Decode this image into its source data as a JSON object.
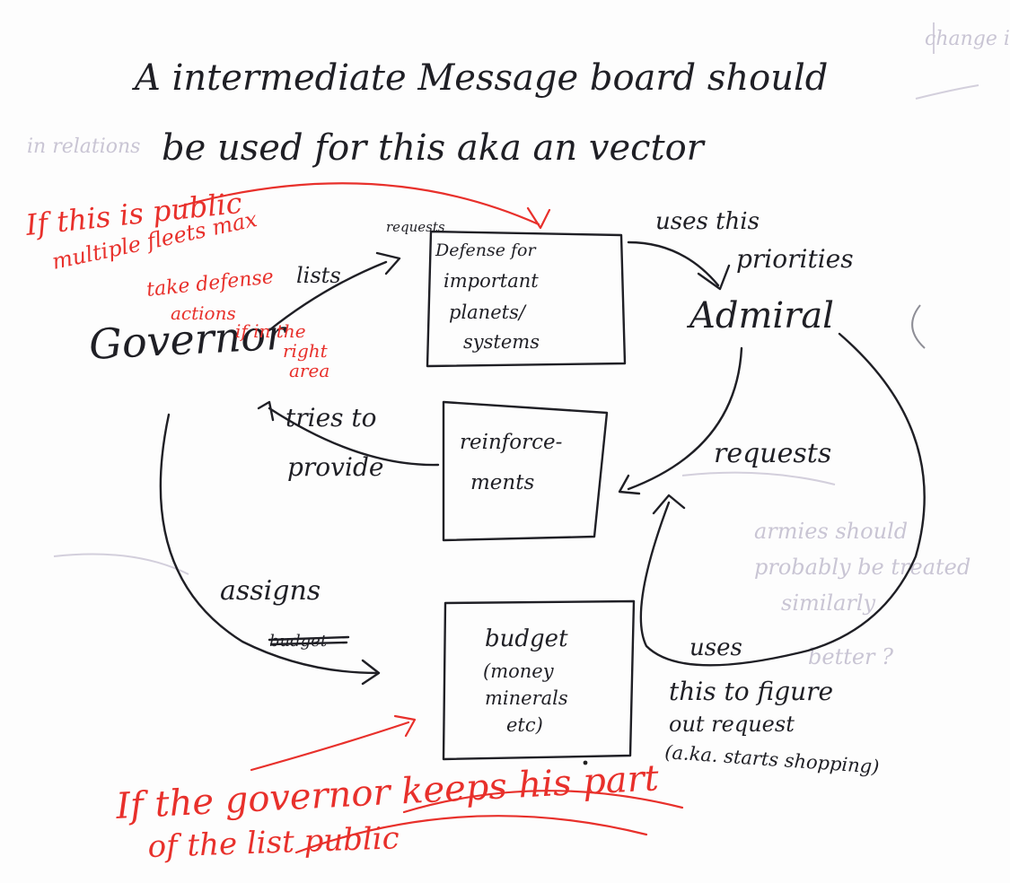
{
  "heading": {
    "line1": "A intermediate Message board should",
    "line2": "be used for this aka an vector"
  },
  "nodes": {
    "defense": [
      "Defense for",
      "important",
      "planets/",
      "systems"
    ],
    "reinforcements": [
      "reinforce-",
      "ments"
    ],
    "budget": [
      "budget",
      "(money",
      "minerals",
      "etc)"
    ]
  },
  "actors": {
    "governor": "Governor",
    "admiral": "Admiral"
  },
  "edge_labels": {
    "lists": "lists",
    "requests_small": "requests",
    "uses_this": "uses this",
    "priorities": "priorities",
    "tries_to": "tries to",
    "provide": "provide",
    "requests": "requests",
    "assigns": "assigns",
    "budget_struck": "budget",
    "uses": "uses",
    "figure_out": "this to figure",
    "out_request": "out request",
    "aka_shopping": "(a.ka. starts shopping)"
  },
  "red_notes": {
    "public": "If this is public",
    "multiple": "multiple fleets max",
    "take_defense": "take defense",
    "actions": "actions",
    "if_in": "if in the",
    "right": "right",
    "area": "area",
    "governor_keeps": "If the governor keeps his part",
    "of_list": "of the list public"
  },
  "colors": {
    "ink": "#1f1f25",
    "red_ink": "#e8302b",
    "paper": "#fdfdfd",
    "bleed_through": "#c9c5d4"
  }
}
